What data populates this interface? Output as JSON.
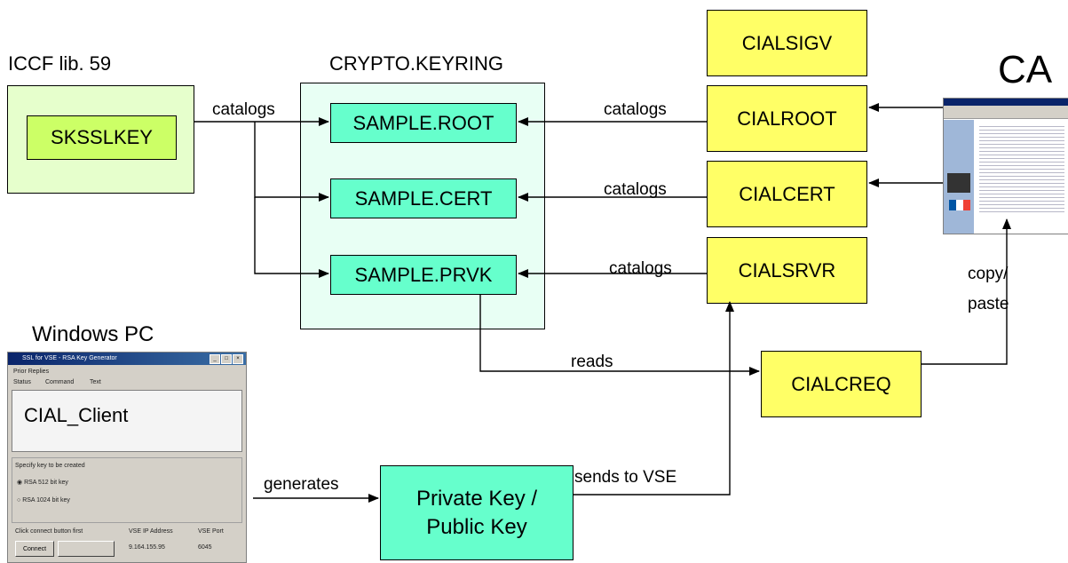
{
  "labels": {
    "iccf": "ICCF lib. 59",
    "crypto_keyring": "CRYPTO.KEYRING",
    "ca": "CA",
    "windows_pc": "Windows PC"
  },
  "boxes": {
    "sksslkey": "SKSSLKEY",
    "sample_root": "SAMPLE.ROOT",
    "sample_cert": "SAMPLE.CERT",
    "sample_prvk": "SAMPLE.PRVK",
    "cialsigv": "CIALSIGV",
    "cialroot": "CIALROOT",
    "cialcert": "CIALCERT",
    "cialsrvr": "CIALSRVR",
    "cialcreq": "CIALCREQ",
    "private_key_line1": "Private Key /",
    "private_key_line2": "Public Key"
  },
  "arrow_labels": {
    "catalogs_iccf": "catalogs",
    "catalogs_root": "catalogs",
    "catalogs_cert": "catalogs",
    "catalogs_srvr": "catalogs",
    "reads": "reads",
    "copy_paste_line1": "copy/",
    "copy_paste_line2": "paste",
    "generates": "generates",
    "sends_to_vse": "sends to VSE"
  },
  "windows_app": {
    "title": "SSL for VSE - RSA Key Generator",
    "center_label": "CIAL_Client",
    "col_status": "Status",
    "col_command": "Command",
    "col_text": "Text",
    "group_keys": "Specify key to be created",
    "opt_512": "RSA 512 bit key",
    "opt_1024": "RSA 1024 bit key",
    "click_connect": "Click connect button first",
    "vse_ip": "VSE IP Address",
    "vse_port": "VSE Port",
    "connect_btn": "Connect",
    "ip_value": "9.164.155.95",
    "port_value": "6045",
    "prior_replies": "Prior Replies"
  },
  "colors": {
    "yellow": "#ffff66",
    "teal": "#66ffcc",
    "lime": "#ccff66",
    "panel_green": "#e6ffcc",
    "panel_mint": "#e8fff4"
  }
}
